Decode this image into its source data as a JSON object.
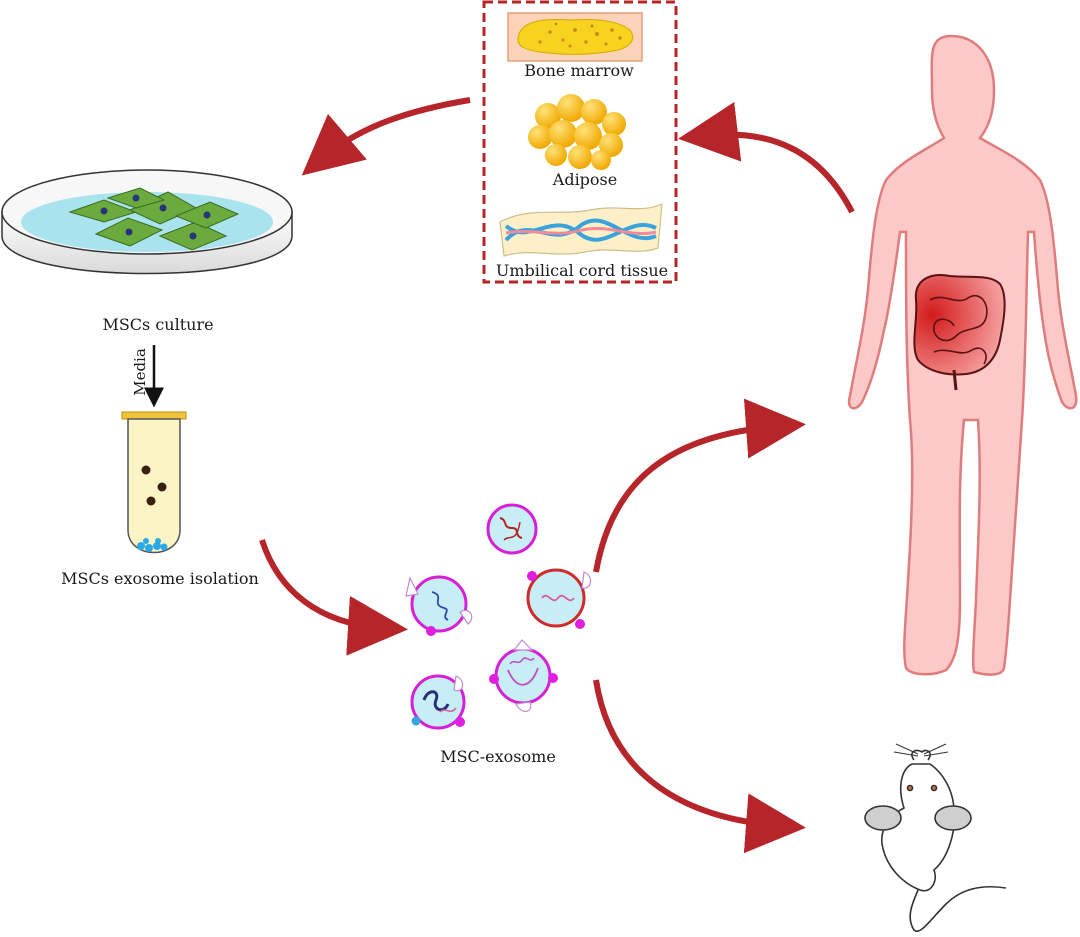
{
  "sources": {
    "bone_marrow_label": "Bone marrow",
    "adipose_label": "Adipose",
    "umbilical_label": "Umbilical cord tissue"
  },
  "culture_label": "MSCs culture",
  "media_label": "Media",
  "isolation_label": "MSCs exosome isolation",
  "exosome_label": "MSC-exosome",
  "colors": {
    "arrow": "#b5252a",
    "box_border": "#b5252a",
    "human_fill": "#fcc9c9",
    "human_stroke": "#e07c7c",
    "exosome_ring": "#d61fd6",
    "exosome_fill": "#c7eef5",
    "cell_green": "#6bab3e",
    "dish_water": "#a8e3ee"
  }
}
